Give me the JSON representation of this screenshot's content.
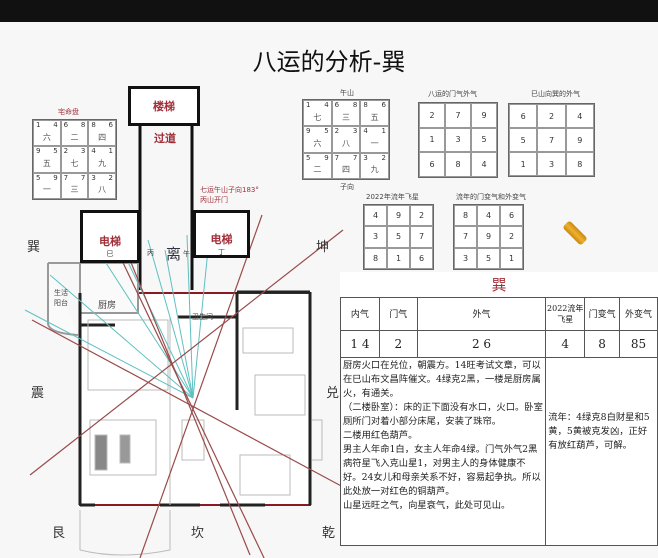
{
  "title": "八运的分析-巽",
  "house_chart": {
    "label": "宅命盘",
    "cells": [
      [
        "1",
        "4",
        "六"
      ],
      [
        "6",
        "8",
        "二"
      ],
      [
        "8",
        "6",
        "四"
      ],
      [
        "9",
        "5",
        "五"
      ],
      [
        "2",
        "3",
        "七"
      ],
      [
        "4",
        "1",
        "九"
      ],
      [
        "5",
        "9",
        "一"
      ],
      [
        "7",
        "7",
        "三"
      ],
      [
        "3",
        "2",
        "八"
      ]
    ]
  },
  "wu_chart": {
    "top_label": "午山",
    "bottom_label": "子向",
    "cells": [
      [
        "1",
        "4",
        "七"
      ],
      [
        "6",
        "8",
        "三"
      ],
      [
        "8",
        "6",
        "五"
      ],
      [
        "9",
        "5",
        "六"
      ],
      [
        "2",
        "3",
        "八"
      ],
      [
        "4",
        "1",
        "一"
      ],
      [
        "5",
        "9",
        "二"
      ],
      [
        "7",
        "7",
        "四"
      ],
      [
        "3",
        "2",
        "九"
      ]
    ]
  },
  "grid_door": {
    "label": "八运的门气外气",
    "values": [
      "2",
      "7",
      "9",
      "1",
      "3",
      "5",
      "6",
      "8",
      "4"
    ]
  },
  "grid_outer": {
    "label": "巳山向巽的外气",
    "values": [
      "6",
      "2",
      "4",
      "5",
      "7",
      "9",
      "1",
      "3",
      "8"
    ]
  },
  "grid_2022": {
    "label": "2022年流年飞星",
    "values": [
      "4",
      "9",
      "2",
      "3",
      "5",
      "7",
      "8",
      "1",
      "6"
    ]
  },
  "grid_change": {
    "label": "流年的门变气和外变气",
    "values": [
      "8",
      "4",
      "6",
      "7",
      "9",
      "2",
      "3",
      "5",
      "1"
    ]
  },
  "plan": {
    "stairs": "楼梯",
    "corridor": "过道",
    "elevator_left": "电梯",
    "elevator_left_sub": "巳",
    "elevator_right": "电梯",
    "elevator_right_sub": "丁",
    "note": "七运午山子向183°",
    "note2": "丙山开门",
    "bing": "丙",
    "wu": "午",
    "balcony": "生活阳台",
    "kitchen": "厨房",
    "toilet": "卫生间",
    "directions": {
      "xun": "巽",
      "li": "离",
      "kun": "坤",
      "zhen": "震",
      "dui": "兑",
      "gen": "艮",
      "kan": "坎",
      "qian": "乾"
    }
  },
  "table": {
    "title": "巽",
    "headers": [
      "内气",
      "门气",
      "外气",
      "2022流年飞星",
      "门变气",
      "外变气"
    ],
    "values": [
      "1  4",
      "2",
      "2 6",
      "4",
      "8",
      "85"
    ],
    "left_text": [
      "厨房火口在兑位，朝震方。14旺考试文章，可以在巳山布文昌阵催文。4绿克2黑，一楼是厨房属火，有通关。",
      "（二楼卧室）：床的正下面没有水口，火口。卧室厕所门对着小部分床尾，安装了珠帘。",
      "二楼用红色葫芦。",
      "男主人年命1白，女主人年命4绿。门气外气2黑病符星飞入克山星1，对男主人的身体健康不好。24女儿和母亲关系不好，容易起争执。所以此处放一对红色的铜葫芦。",
      "山星远旺之气，向星衰气，此处可见山。"
    ],
    "right_text": "流年：4绿克8白财星和5黄，5黄被克发凶，正好有放红葫芦，可解。"
  },
  "colors": {
    "accent_red": "#a0303a",
    "ray_teal": "#5fc0c0",
    "ray_red": "#9a4a4a"
  }
}
